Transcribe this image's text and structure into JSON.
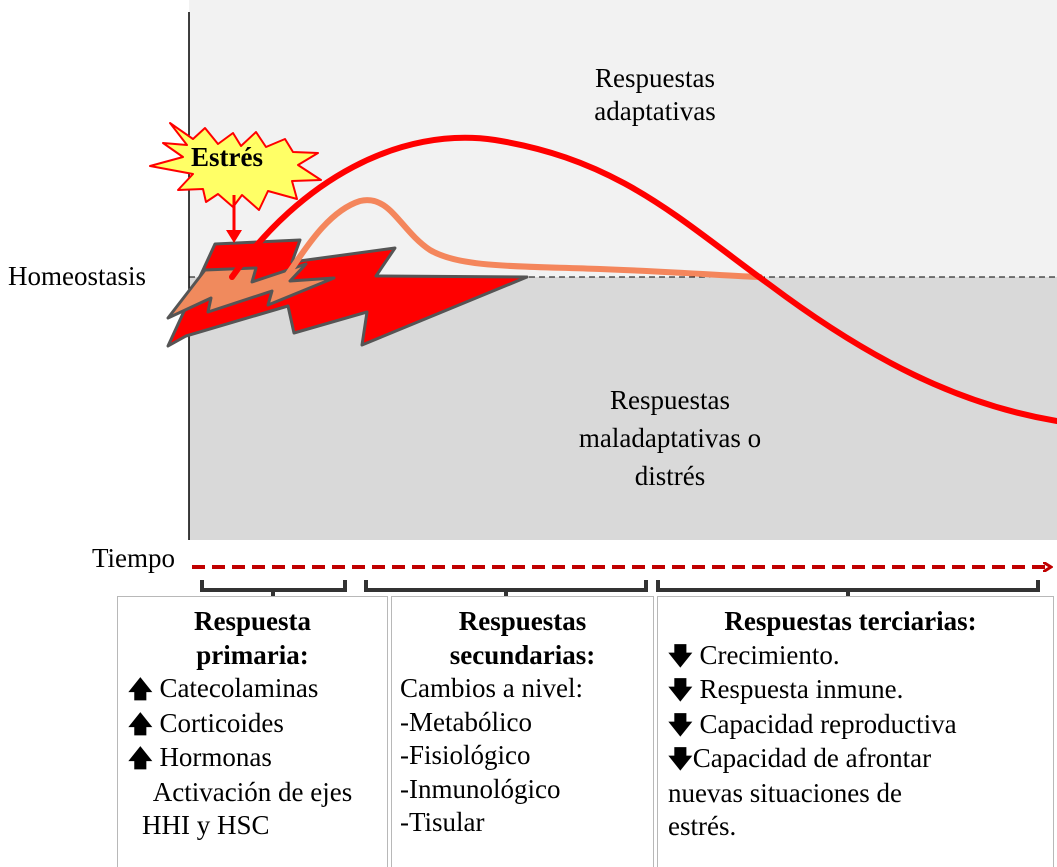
{
  "stress_label": "Estrés",
  "homeostasis_label": "Homeostasis",
  "time_label": "Tiempo",
  "adaptive": {
    "line1": "Respuestas",
    "line2": "adaptativas"
  },
  "maladaptive": {
    "line1": "Respuestas",
    "line2": "maladaptativas o",
    "line3": "distrés"
  },
  "colors": {
    "upper_region": "#f2f2f2",
    "lower_region": "#d9d9d9",
    "tertiary_curve": "#ff0000",
    "secondary_curve": "#f4865c",
    "lightning_big": "#ff0000",
    "lightning_small": "#f08a5d",
    "starburst": "#ffff66",
    "time_arrow": "#c00000"
  },
  "primary": {
    "title1": "Respuesta",
    "title2": "primaria:",
    "items": [
      "Catecolaminas",
      "Corticoides",
      "Hormonas"
    ],
    "item_icon": "up-arrow",
    "extra1": "Activación de ejes",
    "extra2a": "HHI",
    "extra2b": "y",
    "extra2c": "HSC"
  },
  "secondary": {
    "title1": "Respuestas",
    "title2": "secundarias:",
    "intro": "Cambios a nivel:",
    "items": [
      "-Metabólico",
      "-Fisiológico",
      "-Inmunológico",
      "-Tisular"
    ]
  },
  "tertiary": {
    "title": "Respuestas terciarias:",
    "item_icon": "down-arrow",
    "items": [
      "Crecimiento.",
      "Respuesta inmune.",
      "Capacidad reproductiva"
    ],
    "last_a": "Capacidad",
    "last_b": "de",
    "last_c": "afrontar",
    "cont_a": "nuevas",
    "cont_b": "situaciones",
    "cont_c": "de",
    "end": "estrés."
  }
}
